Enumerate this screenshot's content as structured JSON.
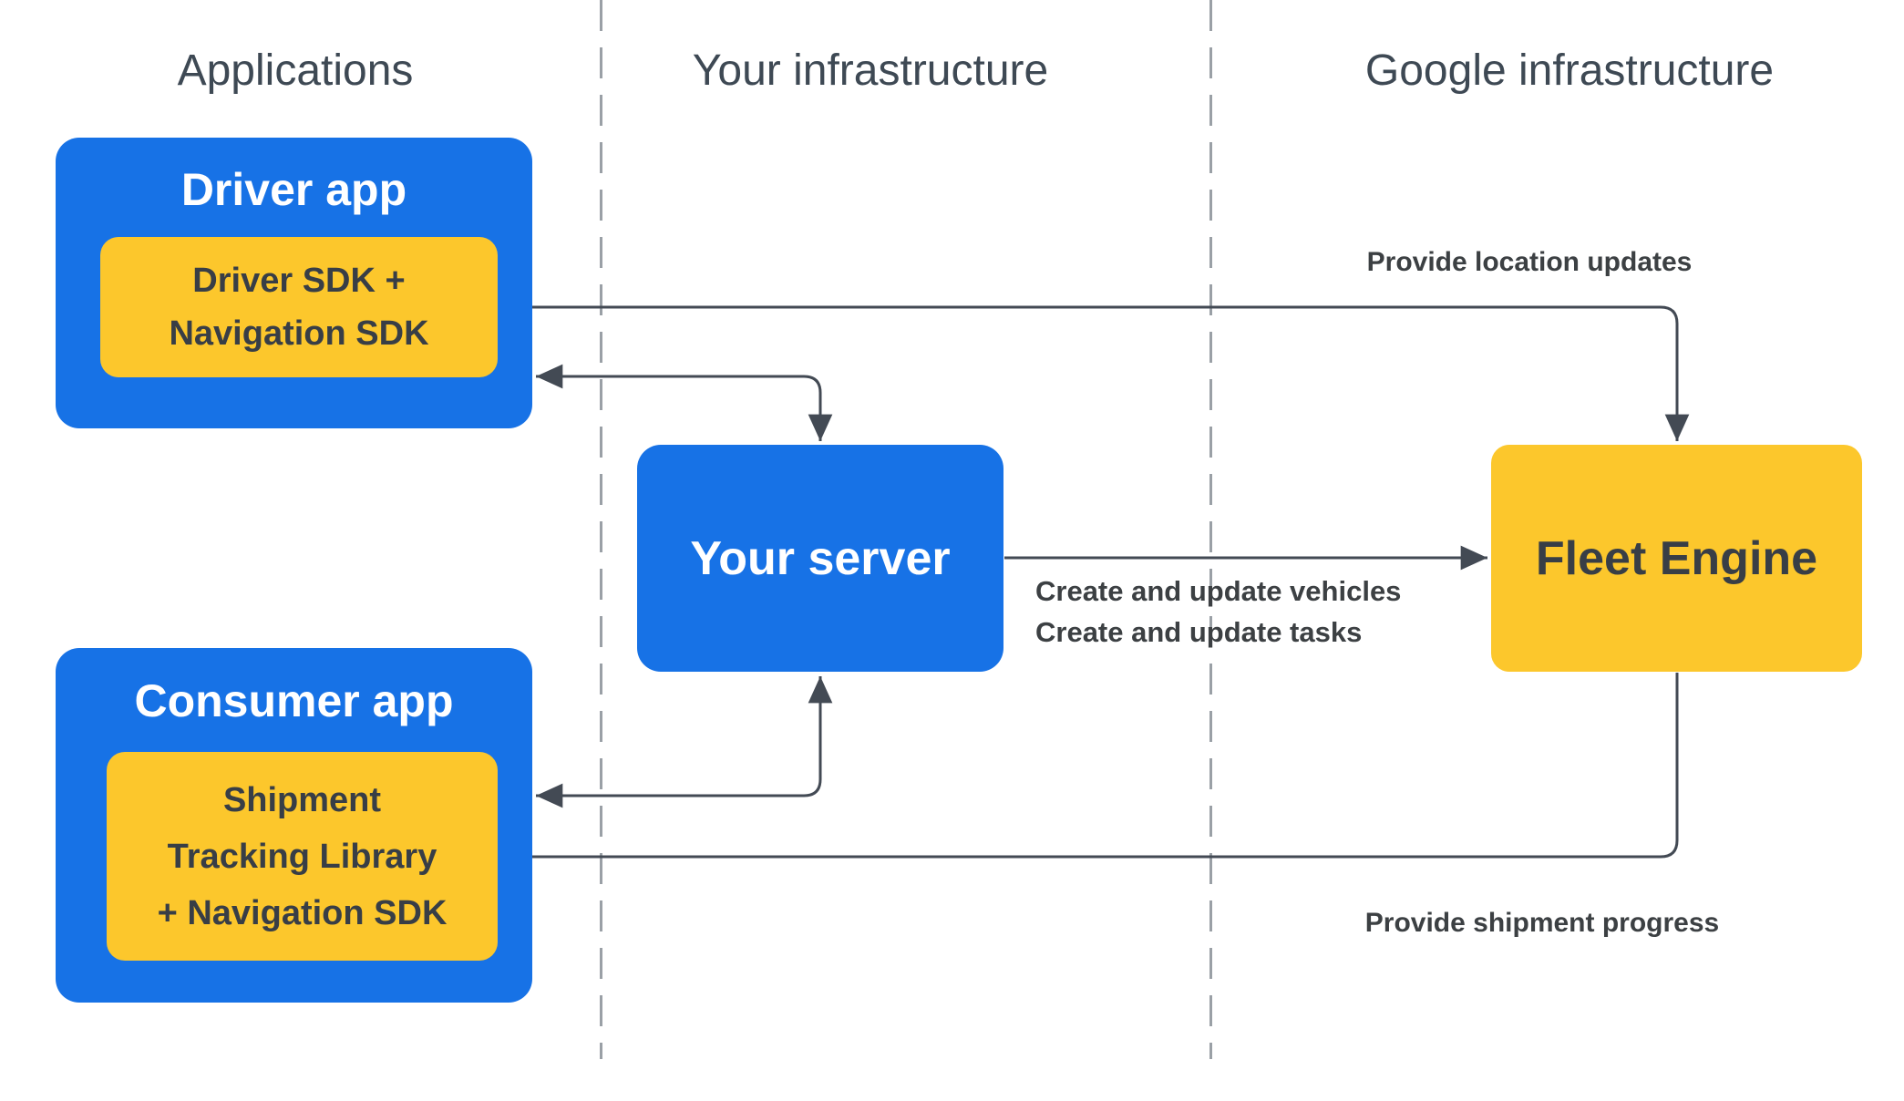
{
  "columns": [
    {
      "label": "Applications"
    },
    {
      "label": "Your infrastructure"
    },
    {
      "label": "Google infrastructure"
    }
  ],
  "boxes": {
    "driver_app": {
      "title": "Driver app",
      "sdk": {
        "lines": [
          "Driver SDK +",
          "Navigation SDK"
        ]
      }
    },
    "consumer_app": {
      "title": "Consumer app",
      "sdk": {
        "lines": [
          "Shipment",
          "Tracking Library",
          "+ Navigation SDK"
        ]
      }
    },
    "your_server": {
      "title": "Your server"
    },
    "fleet_engine": {
      "title": "Fleet Engine"
    }
  },
  "edge_labels": {
    "location_updates": "Provide location updates",
    "create_vehicles": "Create and update vehicles",
    "create_tasks": "Create and update tasks",
    "shipment_progress": "Provide shipment progress"
  },
  "edges": [
    {
      "from": "fleet-engine",
      "to": "driver-sdk",
      "bidirectional": true,
      "label": "Provide location updates"
    },
    {
      "from": "your-server",
      "to": "driver-app",
      "bidirectional": true,
      "label": ""
    },
    {
      "from": "your-server",
      "to": "fleet-engine",
      "bidirectional": false,
      "label": "Create and update vehicles / Create and update tasks"
    },
    {
      "from": "your-server",
      "to": "consumer-app",
      "bidirectional": true,
      "label": ""
    },
    {
      "from": "fleet-engine",
      "to": "consumer-sdk",
      "bidirectional": false,
      "label": "Provide shipment progress"
    }
  ],
  "colors": {
    "blue": "#1772E6",
    "yellow": "#FCC72C",
    "line": "#434A54",
    "label-text": "#3C4043",
    "header-text": "#3E4954",
    "box-dark-text": "#383E46",
    "dash": "#9AA0A6",
    "white": "#FFFFFF"
  }
}
